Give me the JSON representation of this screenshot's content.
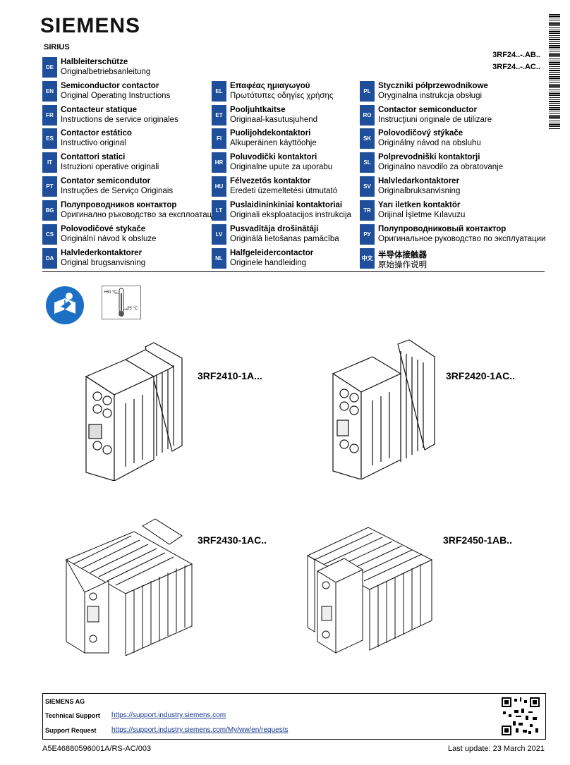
{
  "brand": "SIEMENS",
  "series": "SIRIUS",
  "models": [
    "3RF24..-.AB..",
    "3RF24..-.AC.."
  ],
  "de_row": {
    "code": "DE",
    "title": "Halbleiterschütze",
    "subtitle": "Originalbetriebsanleitung"
  },
  "rows": [
    [
      {
        "code": "EN",
        "title": "Semiconductor contactor",
        "subtitle": "Original Operating Instructions"
      },
      {
        "code": "EL",
        "title": "Επαφέας ημιαγωγού",
        "subtitle": "Πρωτότυπες οδηγίες χρήσης"
      },
      {
        "code": "PL",
        "title": "Styczniki półprzewodnikowe",
        "subtitle": "Oryginalna instrukcja obsługi"
      }
    ],
    [
      {
        "code": "FR",
        "title": "Contacteur statique",
        "subtitle": "Instructions de service originales"
      },
      {
        "code": "ET",
        "title": "Pooljuhtkaitse",
        "subtitle": "Originaal-kasutusjuhend"
      },
      {
        "code": "RO",
        "title": "Contactor semiconductor",
        "subtitle": "Instrucţiuni originale de utilizare"
      }
    ],
    [
      {
        "code": "ES",
        "title": "Contactor estático",
        "subtitle": "Instructivo original"
      },
      {
        "code": "FI",
        "title": "Puolijohdekontaktori",
        "subtitle": "Alkuperäinen käyttöohje"
      },
      {
        "code": "SK",
        "title": "Polovodičový stýkače",
        "subtitle": "Originálny návod na obsluhu"
      }
    ],
    [
      {
        "code": "IT",
        "title": "Contattori statici",
        "subtitle": "Istruzioni operative originali"
      },
      {
        "code": "HR",
        "title": "Poluvodički kontaktori",
        "subtitle": "Originalne upute za uporabu"
      },
      {
        "code": "SL",
        "title": "Polprevodniški kontaktorji",
        "subtitle": "Originalno navodilo za obratovanje"
      }
    ],
    [
      {
        "code": "PT",
        "title": "Contator semicondutor",
        "subtitle": "Instruções de Serviço Originais"
      },
      {
        "code": "HU",
        "title": "Félvezetős kontaktor",
        "subtitle": "Eredeti üzemeltetési útmutató"
      },
      {
        "code": "SV",
        "title": "Halvledarkontaktorer",
        "subtitle": "Originalbruksanvisning"
      }
    ],
    [
      {
        "code": "BG",
        "title": "Полупроводников контактор",
        "subtitle": "Оригинално ръководство за експлоатация"
      },
      {
        "code": "LT",
        "title": "Puslaidininkiniai kontaktoriai",
        "subtitle": "Originali eksploatacijos instrukcija"
      },
      {
        "code": "TR",
        "title": "Yarı iletken kontaktör",
        "subtitle": "Orijinal İşletme Kılavuzu"
      }
    ],
    [
      {
        "code": "CS",
        "title": "Polovodičové stykače",
        "subtitle": "Originální návod k obsluze"
      },
      {
        "code": "LV",
        "title": "Pusvadītāja drošinātāji",
        "subtitle": "Oriģinālā lietošanas pamācība"
      },
      {
        "code": "РУ",
        "title": "Полупроводниковый контактор",
        "subtitle": "Оригинальное руководство по эксплуатации"
      }
    ],
    [
      {
        "code": "DA",
        "title": "Halvlederkontaktorer",
        "subtitle": "Original brugsanvisning"
      },
      {
        "code": "NL",
        "title": "Halfgeleidercontactor",
        "subtitle": "Originele handleiding"
      },
      {
        "code": "中文",
        "title": "半导体接触器",
        "subtitle": "原始操作说明"
      }
    ]
  ],
  "temperature": {
    "max": "+60 °C",
    "min": "-25 °C"
  },
  "products": [
    "3RF2410-1A...",
    "3RF2420-1AC..",
    "3RF2430-1AC..",
    "3RF2450-1AB.."
  ],
  "footer": {
    "company": "SIEMENS AG",
    "support_label": "Technical Support",
    "support_link": "https://support.industry.siemens.com",
    "request_label": "Support Request",
    "request_link": "https://support.industry.siemens.com/My/ww/en/requests"
  },
  "doc_number": "A5E46880596001A/RS-AC/003",
  "last_update": "Last update: 23 March 2021",
  "colors": {
    "code_badge": "#1f4e9a",
    "manual_icon": "#1c6fc4"
  }
}
